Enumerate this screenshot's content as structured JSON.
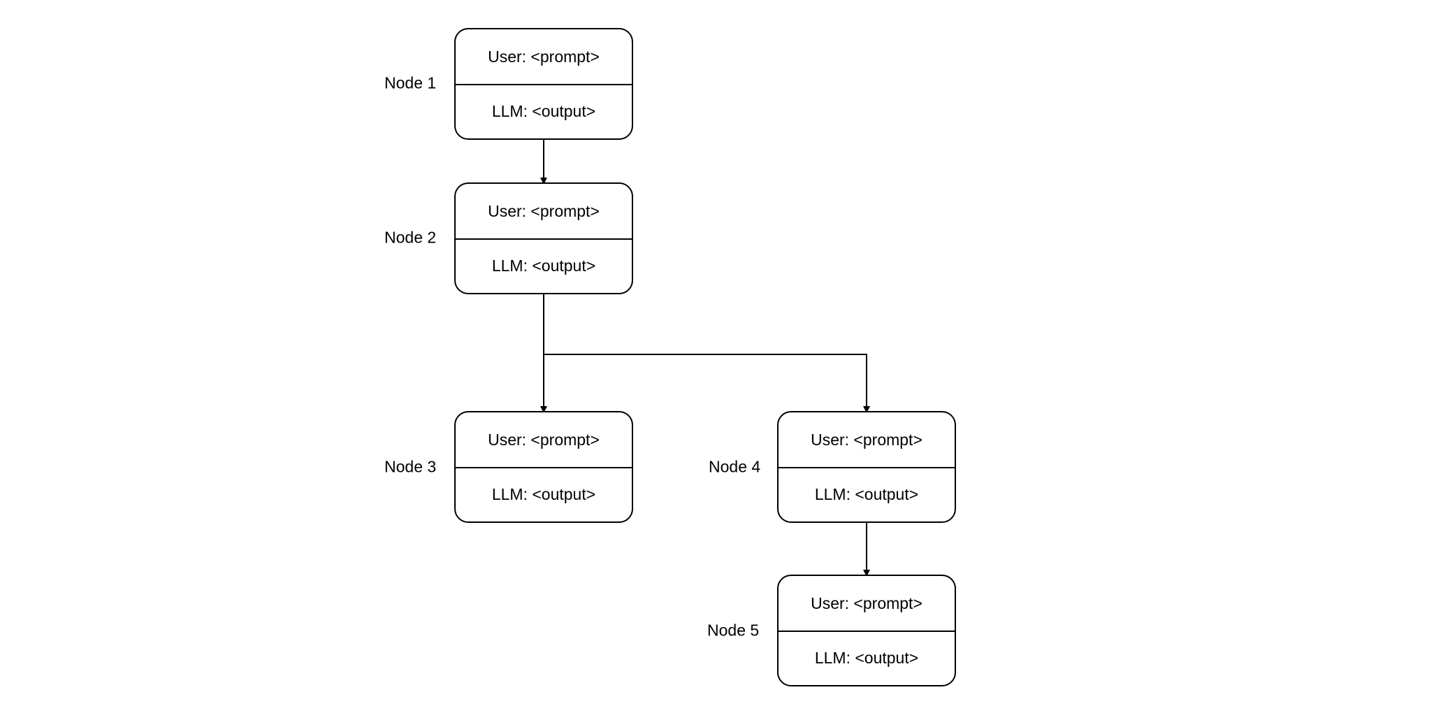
{
  "diagram": {
    "nodes": [
      {
        "id": "n1",
        "label": "Node 1",
        "user": "User: <prompt>",
        "llm": "LLM: <output>"
      },
      {
        "id": "n2",
        "label": "Node 2",
        "user": "User: <prompt>",
        "llm": "LLM: <output>"
      },
      {
        "id": "n3",
        "label": "Node 3",
        "user": "User: <prompt>",
        "llm": "LLM: <output>"
      },
      {
        "id": "n4",
        "label": "Node 4",
        "user": "User: <prompt>",
        "llm": "LLM: <output>"
      },
      {
        "id": "n5",
        "label": "Node 5",
        "user": "User: <prompt>",
        "llm": "LLM: <output>"
      }
    ],
    "edges": [
      {
        "from": "Node 1",
        "to": "Node 2"
      },
      {
        "from": "Node 2",
        "to": "Node 3"
      },
      {
        "from": "Node 2",
        "to": "Node 4"
      },
      {
        "from": "Node 4",
        "to": "Node 5"
      }
    ],
    "colors": {
      "stroke": "#000000",
      "background": "#ffffff",
      "text": "#000000"
    }
  }
}
